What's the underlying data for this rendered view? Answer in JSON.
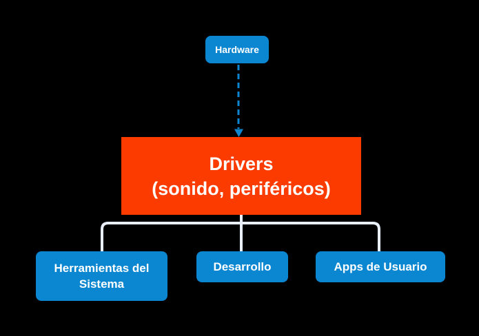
{
  "diagram": {
    "type": "flowchart",
    "background": "#000000"
  },
  "colors": {
    "canvas_bg": "#000000",
    "node_blue": "#0b86d1",
    "drivers_red": "#fb3b00",
    "connector": "#e9eff8",
    "arrow_blue": "#0d86d2",
    "text": "#ffffff"
  },
  "nodes": {
    "hardware": {
      "label": "Hardware"
    },
    "drivers": {
      "line1": "Drivers",
      "line2": "(sonido, periféricos)"
    },
    "children": [
      {
        "label": "Herramientas del Sistema"
      },
      {
        "label": "Desarrollo"
      },
      {
        "label": "Apps de Usuario"
      }
    ]
  },
  "edges": [
    {
      "from": "Hardware",
      "to": "Drivers (sonido, periféricos)",
      "style": "dashed-arrow"
    },
    {
      "from": "Drivers (sonido, periféricos)",
      "to": "Herramientas del Sistema",
      "style": "solid"
    },
    {
      "from": "Drivers (sonido, periféricos)",
      "to": "Desarrollo",
      "style": "solid"
    },
    {
      "from": "Drivers (sonido, periféricos)",
      "to": "Apps de Usuario",
      "style": "solid"
    }
  ]
}
